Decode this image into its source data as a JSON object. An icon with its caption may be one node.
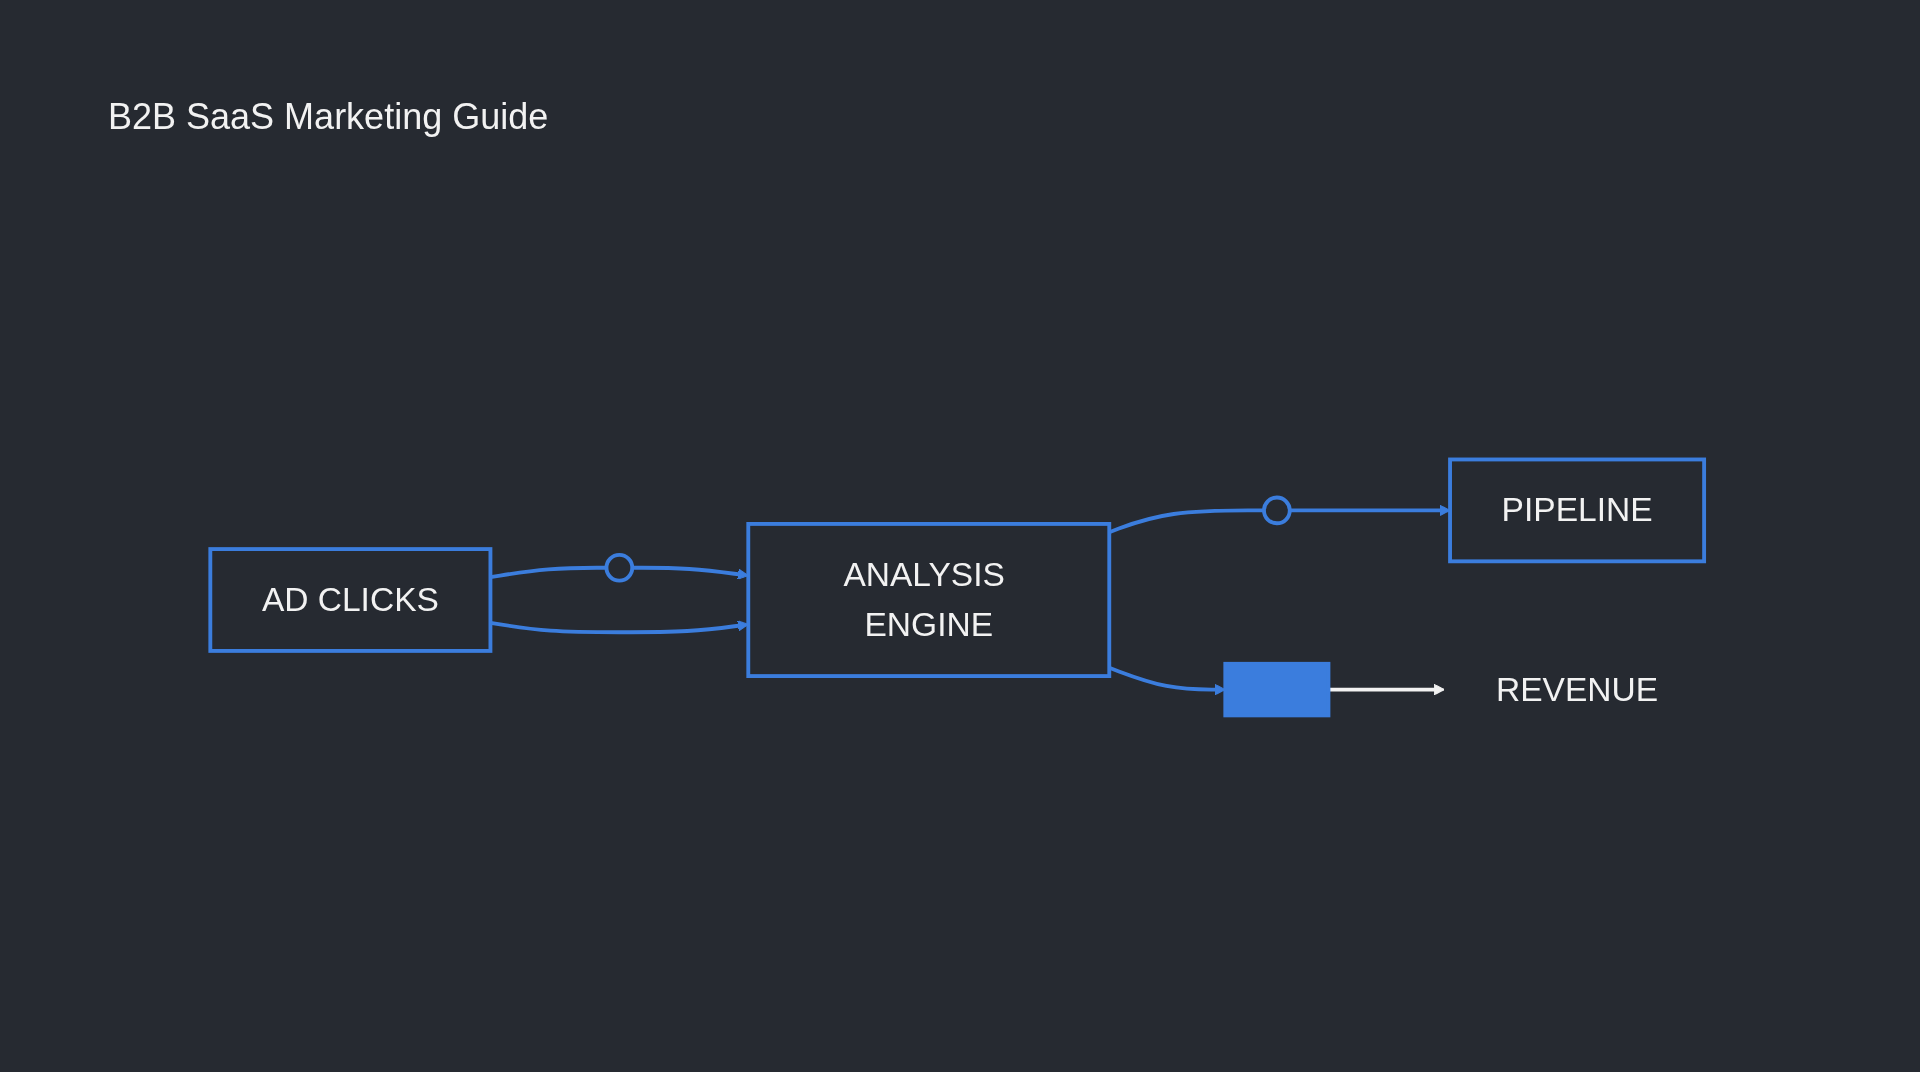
{
  "diagram": {
    "title": "B2B SaaS Marketing Guide",
    "nodes": [
      {
        "text": [
          "AD CLICKS"
        ]
      },
      {
        "text": [],
        "shape": "circle"
      },
      {
        "text": [
          "ANALYSIS ENGINE"
        ]
      },
      {
        "text": [],
        "shape": "circle"
      },
      {
        "text": [
          "PIPELINE"
        ]
      },
      {
        "text": [],
        "shape": "bar"
      },
      {
        "text": [
          "REVENUE"
        ]
      }
    ],
    "edges": [
      {
        "from": 0,
        "to": 1,
        "arrow": "none"
      },
      {
        "from": 1,
        "to": 2,
        "arrow": "to"
      },
      {
        "from": 0,
        "to": 2,
        "arrow": "to"
      },
      {
        "from": 2,
        "to": 3,
        "arrow": "none"
      },
      {
        "from": 3,
        "to": 4,
        "arrow": "to"
      },
      {
        "from": 2,
        "to": 5,
        "arrow": "to"
      },
      {
        "from": 5,
        "to": 6,
        "arrow": "to",
        "color": "#f2f2f2"
      }
    ]
  }
}
